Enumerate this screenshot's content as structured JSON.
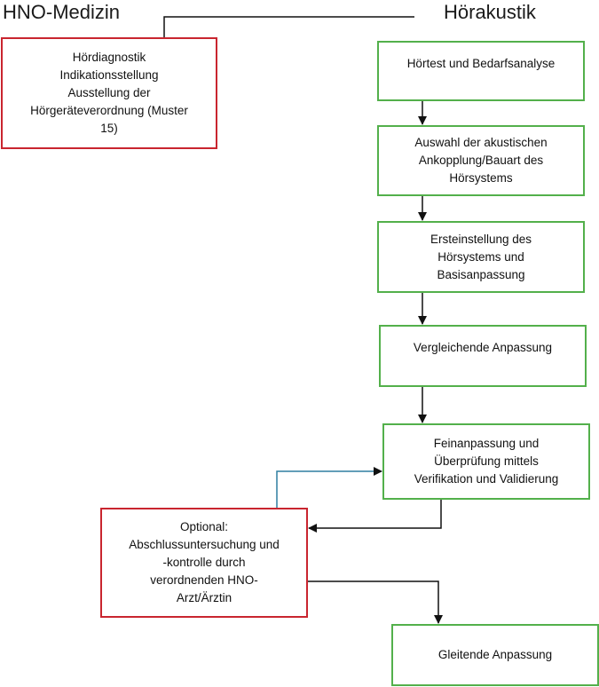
{
  "headings": {
    "left": "HNO-Medizin",
    "right": "Hörakustik"
  },
  "colors": {
    "red_border": "#c9252f",
    "green_border": "#53b04b",
    "connector": "#111111",
    "feedback_connector": "#2f7fa0"
  },
  "boxes": {
    "hno": {
      "lines": [
        "Hördiagnostik",
        "Indikationsstellung",
        "Ausstellung der",
        "Hörgeräteverordnung (Muster",
        "15)"
      ]
    },
    "hoertest": {
      "lines": [
        "Hörtest und Bedarfsanalyse"
      ]
    },
    "auswahl": {
      "lines": [
        "Auswahl der akustischen",
        "Ankopplung/Bauart des",
        "Hörsystems"
      ]
    },
    "ersteinstellung": {
      "lines": [
        "Ersteinstellung des",
        "Hörsystems und",
        "Basisanpassung"
      ]
    },
    "vergleichend": {
      "lines": [
        "Vergleichende Anpassung"
      ]
    },
    "feinanpassung": {
      "lines": [
        "Feinanpassung und",
        "Überprüfung mittels",
        "Verifikation und Validierung"
      ]
    },
    "optional": {
      "lines": [
        "Optional:",
        "Abschlussuntersuchung und",
        "-kontrolle durch",
        "verordnenden HNO-",
        "Arzt/Ärztin"
      ]
    },
    "gleitend": {
      "lines": [
        "Gleitende Anpassung"
      ]
    }
  }
}
